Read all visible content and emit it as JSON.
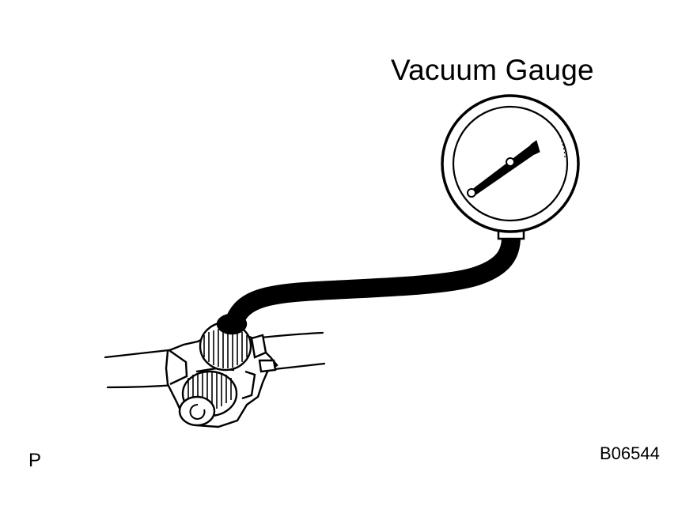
{
  "figure": {
    "callout_label": "Vacuum Gauge",
    "figure_code": "B06544",
    "corner_letter": "P"
  },
  "colors": {
    "ink": "#000000",
    "paper": "#ffffff"
  }
}
